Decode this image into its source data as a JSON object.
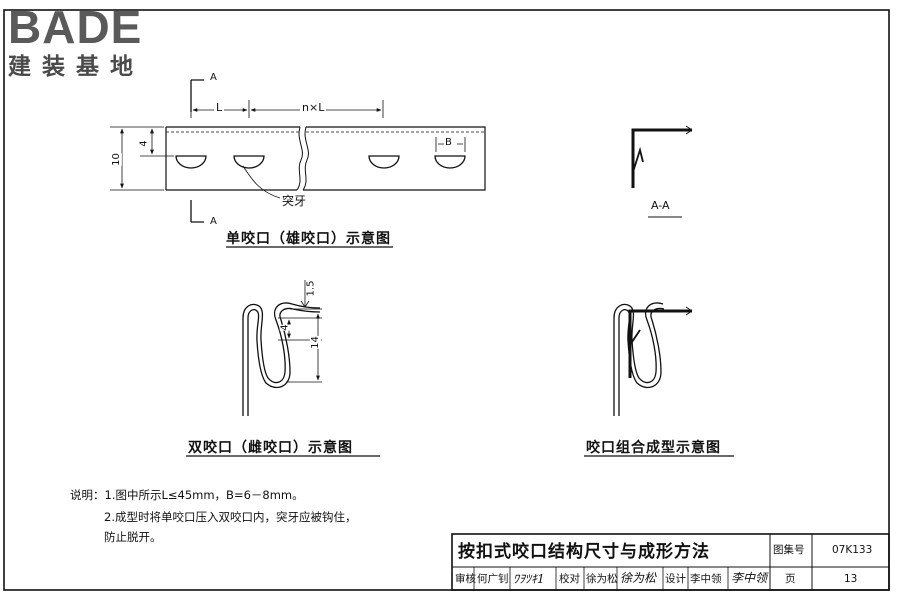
{
  "logo": {
    "word": "BADE",
    "sub": "建装基地"
  },
  "diagram1": {
    "section_mark": "A",
    "dim_L": "L",
    "dim_nL": "n×L",
    "dim_B": "B",
    "dim_10": "10",
    "dim_4": "4",
    "tooth_label": "突牙",
    "caption": "单咬口（雄咬口）示意图"
  },
  "section_aa": {
    "label": "A-A"
  },
  "diagram2": {
    "dim_1_5": "1.5",
    "dim_4": "4",
    "dim_14": "14",
    "caption": "双咬口（雌咬口）示意图"
  },
  "diagram3": {
    "caption": "咬口组合成型示意图"
  },
  "notes": {
    "line1": "说明：1.图中所示L≤45mm，B=6－8mm。",
    "line2": "2.成型时将单咬口压入双咬口内，突牙应被钩住，",
    "line3": "防止脱开。"
  },
  "title_block": {
    "title": "按扣式咬口结构尺寸与成形方法",
    "atlas_label": "图集号",
    "atlas_no": "07K133",
    "page_label": "页",
    "page_no": "13",
    "review_label": "审核",
    "reviewer": "何广钊",
    "reviewer_sig": "ﾜｦﾂｷ1",
    "check_label": "校对",
    "checker": "徐为松",
    "checker_sig": "徐为松",
    "design_label": "设计",
    "designer": "李中领",
    "designer_sig": "李中领"
  }
}
